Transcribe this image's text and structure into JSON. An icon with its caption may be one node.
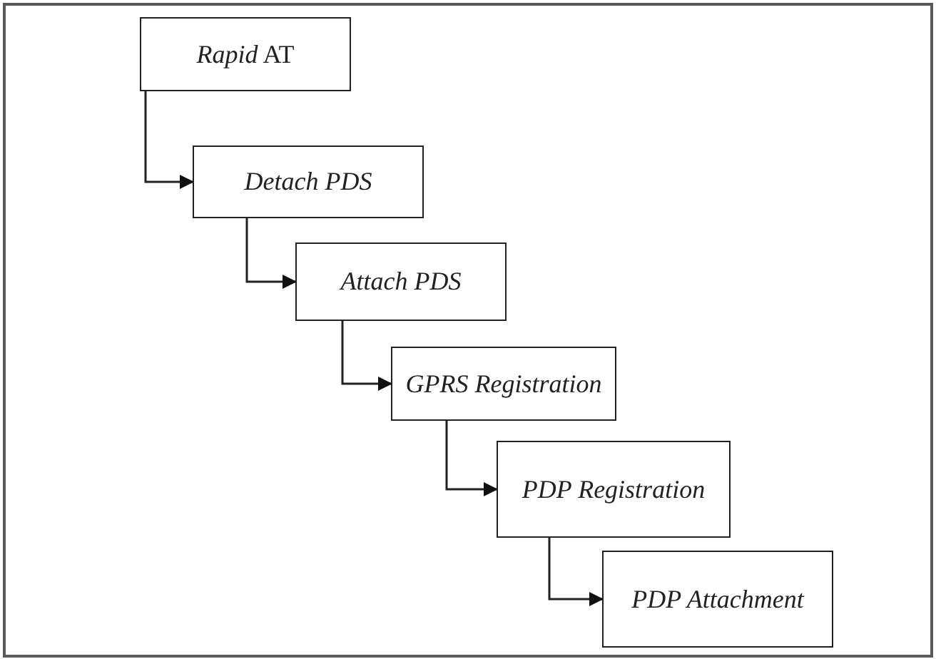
{
  "diagram": {
    "nodes": [
      {
        "text": [
          "*Rapid* AT"
        ]
      },
      {
        "text": [
          "Detach PDS"
        ]
      },
      {
        "text": [
          "Attach PDS"
        ]
      },
      {
        "text": [
          "GPRS Registration"
        ]
      },
      {
        "text": [
          "PDP Registration"
        ]
      },
      {
        "text": [
          "PDP Attachment"
        ]
      }
    ],
    "edges": [
      {
        "from": 0,
        "to": 1,
        "arrow": "to"
      },
      {
        "from": 1,
        "to": 2,
        "arrow": "to"
      },
      {
        "from": 2,
        "to": 3,
        "arrow": "to"
      },
      {
        "from": 3,
        "to": 4,
        "arrow": "to"
      },
      {
        "from": 4,
        "to": 5,
        "arrow": "to"
      }
    ]
  }
}
